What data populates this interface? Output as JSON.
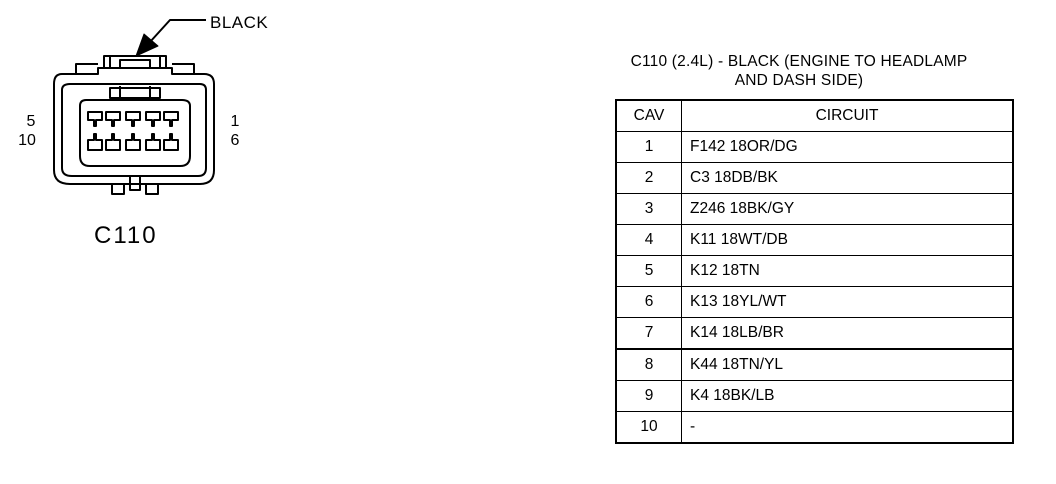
{
  "connector": {
    "color_callout": "BLACK",
    "left_pin_top": "5",
    "left_pin_bottom": "10",
    "right_pin_top": "1",
    "right_pin_bottom": "6",
    "name": "C110"
  },
  "table": {
    "title_line1": "C110 (2.4L) - BLACK (ENGINE TO HEADLAMP",
    "title_line2": "AND DASH SIDE)",
    "headers": {
      "cav": "CAV",
      "circuit": "CIRCUIT"
    },
    "rows": [
      {
        "cav": "1",
        "circuit": "F142 18OR/DG"
      },
      {
        "cav": "2",
        "circuit": "C3 18DB/BK"
      },
      {
        "cav": "3",
        "circuit": "Z246 18BK/GY"
      },
      {
        "cav": "4",
        "circuit": "K11 18WT/DB"
      },
      {
        "cav": "5",
        "circuit": "K12 18TN"
      },
      {
        "cav": "6",
        "circuit": "K13 18YL/WT"
      },
      {
        "cav": "7",
        "circuit": "K14 18LB/BR"
      },
      {
        "cav": "8",
        "circuit": "K44 18TN/YL"
      },
      {
        "cav": "9",
        "circuit": "K4 18BK/LB"
      },
      {
        "cav": "10",
        "circuit": "-"
      }
    ]
  }
}
